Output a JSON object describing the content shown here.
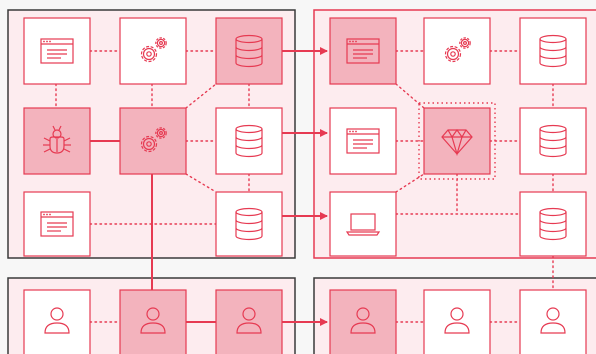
{
  "colors": {
    "canvas": "#f7f7f7",
    "zone_fill": "#fdecef",
    "zone_border_dark": "#3a3a3a",
    "zone_border_red": "#e63a52",
    "accent": "#e63a52",
    "node_fill": "#ffffff",
    "node_fill_highlight": "#f3b3bd"
  },
  "zones": [
    {
      "id": "source-zone",
      "border": "dark"
    },
    {
      "id": "target-zone",
      "border": "red"
    },
    {
      "id": "users-left-zone",
      "border": "dark"
    },
    {
      "id": "users-right-zone",
      "border": "dark"
    }
  ],
  "nodes": [
    {
      "id": "app-window-1",
      "icon": "app-window-icon",
      "highlight": false
    },
    {
      "id": "settings-1",
      "icon": "gears-icon",
      "highlight": false
    },
    {
      "id": "database-1",
      "icon": "database-icon",
      "highlight": true
    },
    {
      "id": "bug-node",
      "icon": "bug-icon",
      "highlight": true
    },
    {
      "id": "settings-2",
      "icon": "gears-icon",
      "highlight": true
    },
    {
      "id": "database-2",
      "icon": "database-icon",
      "highlight": false
    },
    {
      "id": "app-window-2",
      "icon": "app-window-icon",
      "highlight": false
    },
    {
      "id": "database-3",
      "icon": "database-icon",
      "highlight": false
    },
    {
      "id": "app-window-3",
      "icon": "app-window-icon",
      "highlight": true
    },
    {
      "id": "settings-3",
      "icon": "gears-icon",
      "highlight": false
    },
    {
      "id": "database-4",
      "icon": "database-icon",
      "highlight": false
    },
    {
      "id": "app-window-4",
      "icon": "app-window-icon",
      "highlight": false
    },
    {
      "id": "ruby-node",
      "icon": "gem-icon",
      "highlight": true
    },
    {
      "id": "database-5",
      "icon": "database-icon",
      "highlight": false
    },
    {
      "id": "laptop-node",
      "icon": "laptop-icon",
      "highlight": false
    },
    {
      "id": "database-6",
      "icon": "database-icon",
      "highlight": false
    },
    {
      "id": "user-1",
      "icon": "user-icon",
      "highlight": false
    },
    {
      "id": "user-2",
      "icon": "user-icon",
      "highlight": true
    },
    {
      "id": "user-3",
      "icon": "user-icon",
      "highlight": true
    },
    {
      "id": "user-4",
      "icon": "user-icon",
      "highlight": true
    },
    {
      "id": "user-5",
      "icon": "user-icon",
      "highlight": false
    },
    {
      "id": "user-6",
      "icon": "user-icon",
      "highlight": false
    }
  ]
}
